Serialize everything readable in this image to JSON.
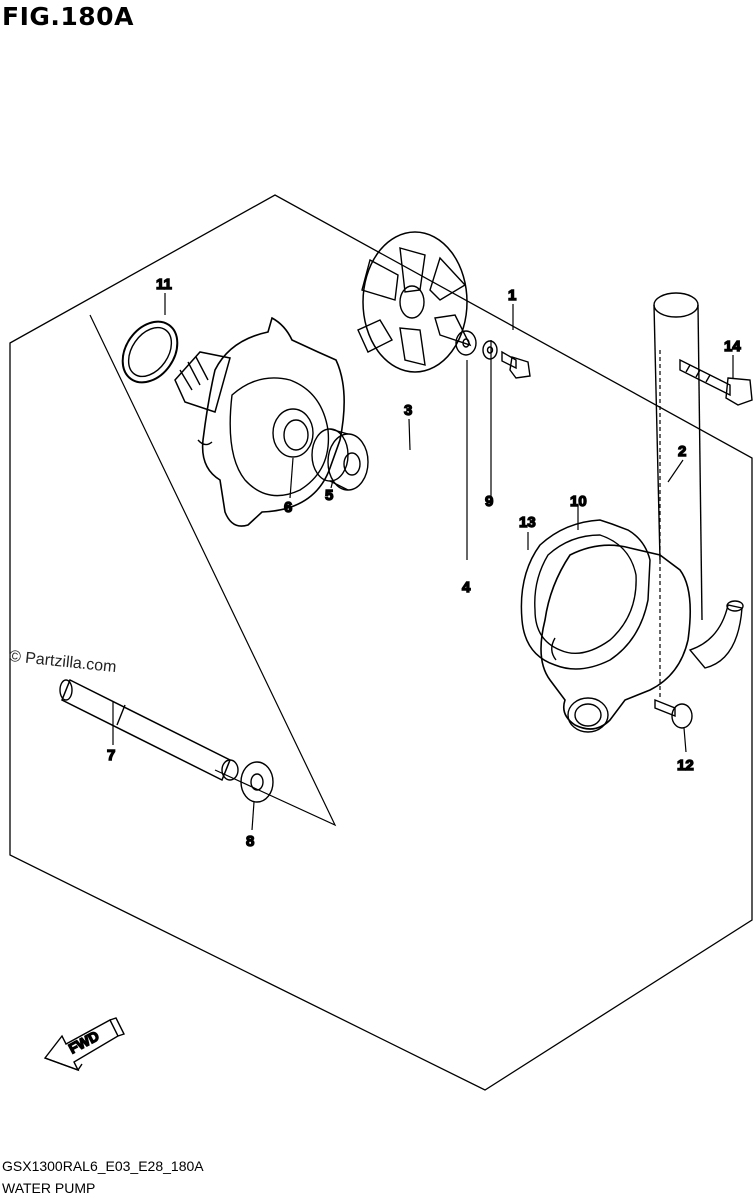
{
  "figure": {
    "title": "FIG.180A"
  },
  "watermark": "© Partzilla.com",
  "direction_label": "FWD",
  "footer": {
    "code": "GSX1300RAL6_E03_E28_180A",
    "name": "WATER PUMP"
  },
  "callouts": {
    "c1": "1",
    "c2": "2",
    "c3": "3",
    "c4": "4",
    "c5": "5",
    "c6": "6",
    "c7": "7",
    "c8": "8",
    "c9": "9",
    "c10": "10",
    "c11": "11",
    "c12": "12",
    "c13": "13",
    "c14": "14"
  },
  "icons": {
    "fwd_arrow": "fwd-arrow-icon"
  }
}
